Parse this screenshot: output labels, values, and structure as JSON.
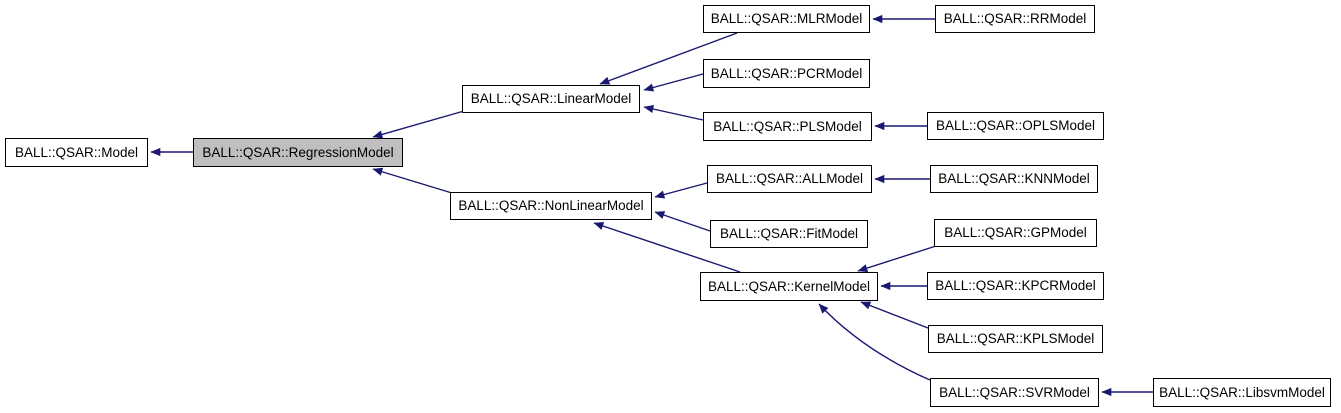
{
  "diagram": {
    "type": "class-inheritance-graph",
    "background_color": "#ffffff",
    "edge_color": "#191970",
    "node_border_color": "#000000",
    "node_fill_color": "#ffffff",
    "highlighted_node_fill_color": "#bfbfbf",
    "text_color": "#000000",
    "highlighted_node": "BALL::QSAR::RegressionModel",
    "nodes": [
      {
        "id": "model",
        "label": "BALL::QSAR::Model",
        "highlighted": false
      },
      {
        "id": "regression",
        "label": "BALL::QSAR::RegressionModel",
        "highlighted": true
      },
      {
        "id": "linear",
        "label": "BALL::QSAR::LinearModel",
        "highlighted": false
      },
      {
        "id": "nonlinear",
        "label": "BALL::QSAR::NonLinearModel",
        "highlighted": false
      },
      {
        "id": "mlr",
        "label": "BALL::QSAR::MLRModel",
        "highlighted": false
      },
      {
        "id": "pcr",
        "label": "BALL::QSAR::PCRModel",
        "highlighted": false
      },
      {
        "id": "pls",
        "label": "BALL::QSAR::PLSModel",
        "highlighted": false
      },
      {
        "id": "rr",
        "label": "BALL::QSAR::RRModel",
        "highlighted": false
      },
      {
        "id": "opls",
        "label": "BALL::QSAR::OPLSModel",
        "highlighted": false
      },
      {
        "id": "all",
        "label": "BALL::QSAR::ALLModel",
        "highlighted": false
      },
      {
        "id": "knn",
        "label": "BALL::QSAR::KNNModel",
        "highlighted": false
      },
      {
        "id": "fit",
        "label": "BALL::QSAR::FitModel",
        "highlighted": false
      },
      {
        "id": "kernel",
        "label": "BALL::QSAR::KernelModel",
        "highlighted": false
      },
      {
        "id": "gp",
        "label": "BALL::QSAR::GPModel",
        "highlighted": false
      },
      {
        "id": "kpcr",
        "label": "BALL::QSAR::KPCRModel",
        "highlighted": false
      },
      {
        "id": "kpls",
        "label": "BALL::QSAR::KPLSModel",
        "highlighted": false
      },
      {
        "id": "svr",
        "label": "BALL::QSAR::SVRModel",
        "highlighted": false
      },
      {
        "id": "libsvm",
        "label": "BALL::QSAR::LibsvmModel",
        "highlighted": false
      }
    ],
    "edges": [
      {
        "from": "regression",
        "to": "model"
      },
      {
        "from": "linear",
        "to": "regression"
      },
      {
        "from": "nonlinear",
        "to": "regression"
      },
      {
        "from": "mlr",
        "to": "linear"
      },
      {
        "from": "pcr",
        "to": "linear"
      },
      {
        "from": "pls",
        "to": "linear"
      },
      {
        "from": "rr",
        "to": "mlr"
      },
      {
        "from": "opls",
        "to": "pls"
      },
      {
        "from": "all",
        "to": "nonlinear"
      },
      {
        "from": "fit",
        "to": "nonlinear"
      },
      {
        "from": "kernel",
        "to": "nonlinear"
      },
      {
        "from": "knn",
        "to": "all"
      },
      {
        "from": "gp",
        "to": "kernel"
      },
      {
        "from": "kpcr",
        "to": "kernel"
      },
      {
        "from": "kpls",
        "to": "kernel"
      },
      {
        "from": "svr",
        "to": "kernel"
      },
      {
        "from": "libsvm",
        "to": "svr"
      }
    ]
  }
}
